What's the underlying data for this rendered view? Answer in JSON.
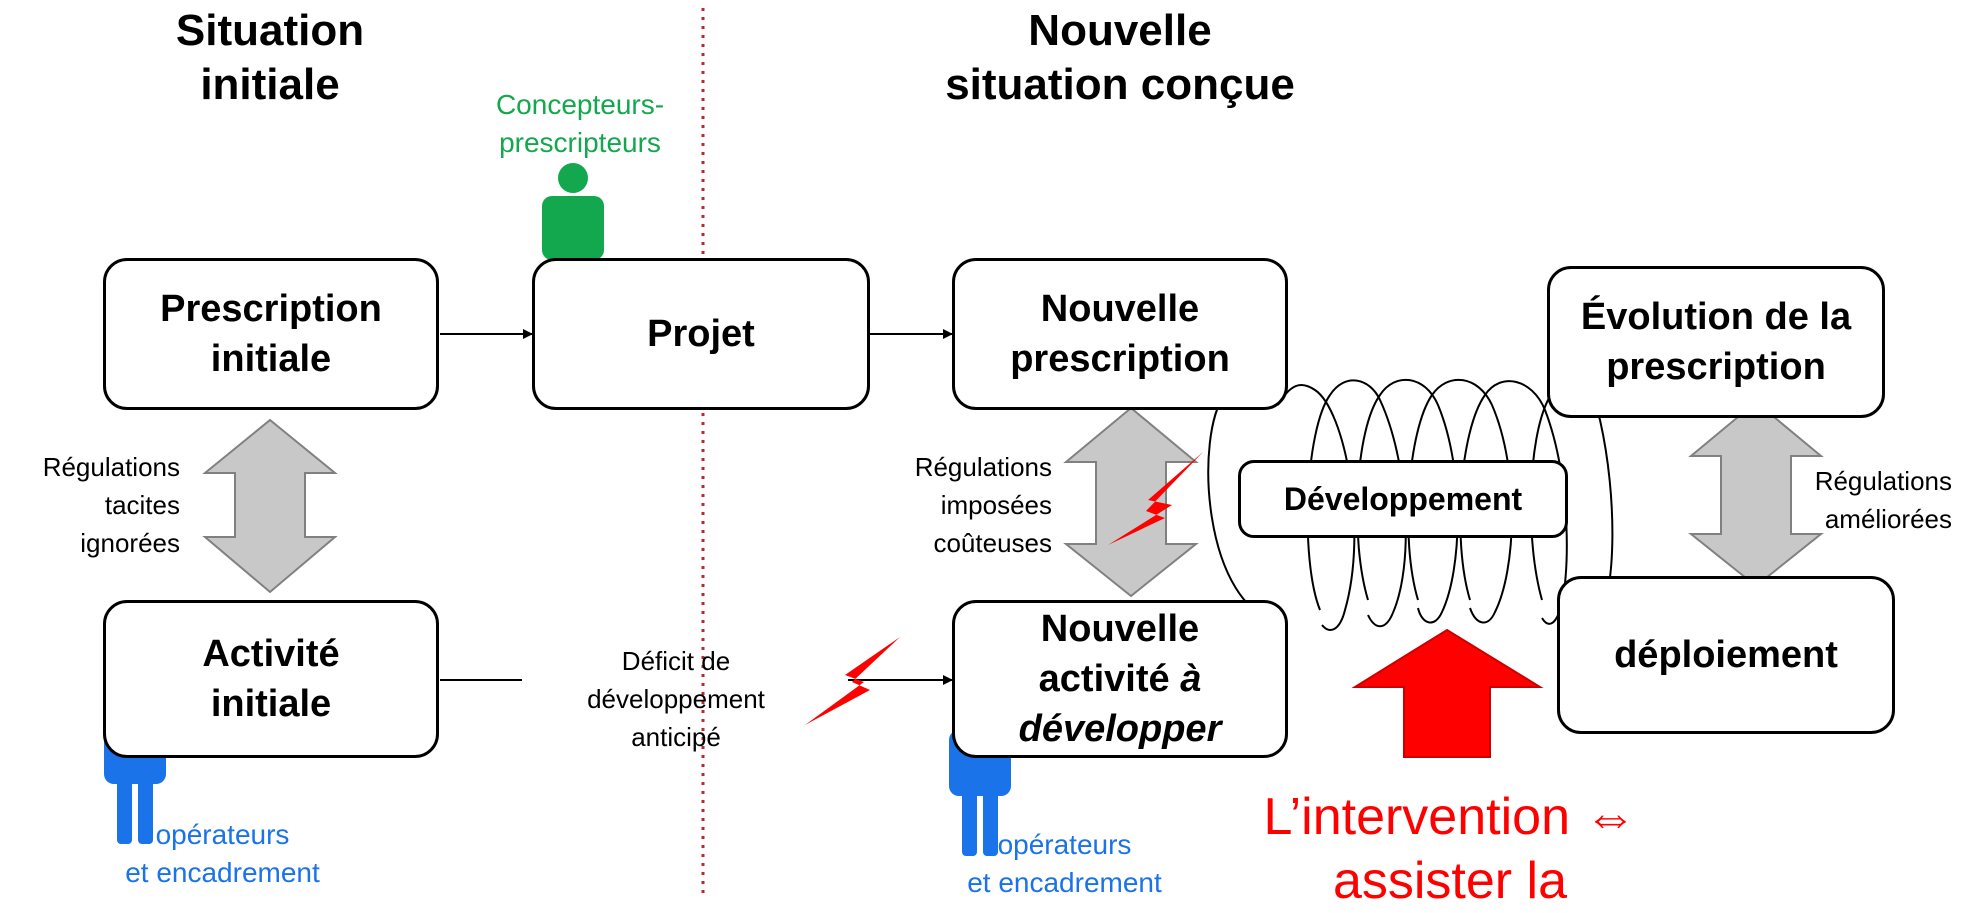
{
  "headers": {
    "left": [
      "Situation",
      "initiale"
    ],
    "right": [
      "Nouvelle",
      "situation conçue"
    ]
  },
  "boxes": {
    "prescription_initiale": [
      "Prescription",
      "initiale"
    ],
    "projet": [
      "Projet"
    ],
    "nouvelle_prescription": [
      "Nouvelle",
      "prescription"
    ],
    "evolution_prescription": [
      "Évolution de la",
      "prescription"
    ],
    "activite_initiale": [
      "Activité",
      "initiale"
    ],
    "nouvelle_activite_line1": "Nouvelle",
    "nouvelle_activite_line2a": "activité ",
    "nouvelle_activite_line2b": "à",
    "nouvelle_activite_line3": "développer",
    "deploiement": [
      "déploiement"
    ],
    "developpement": "Développement"
  },
  "labels": {
    "regulations_tacites": [
      "Régulations",
      "tacites",
      "ignorées"
    ],
    "regulations_imposees": [
      "Régulations",
      "imposées",
      "coûteuses"
    ],
    "regulations_ameliorees": [
      "Régulations",
      "améliorées"
    ],
    "deficit": [
      "Déficit de",
      "développement",
      "anticipé"
    ],
    "concepteurs": [
      "Concepteurs-",
      "prescripteurs"
    ],
    "operateurs_left": [
      "opérateurs",
      "et encadrement"
    ],
    "operateurs_right": [
      "opérateurs",
      "et encadrement"
    ]
  },
  "intervention": [
    "L’intervention ⇔",
    "assister la"
  ],
  "colors": {
    "green_person": "#14a84e",
    "blue_person": "#1a73e8",
    "red": "#ff0000",
    "grey_arrow": "#c8c8c8",
    "divider": "#c0272d"
  }
}
